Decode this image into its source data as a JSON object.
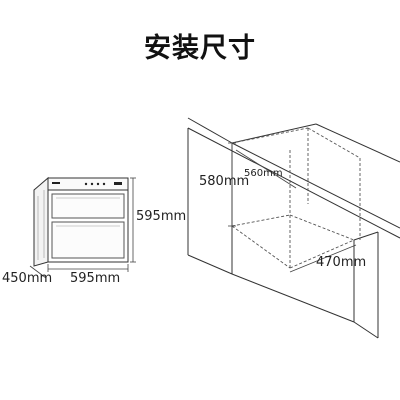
{
  "title": "安装尺寸",
  "appliance": {
    "height_label": "595mm",
    "width_label": "595mm",
    "depth_label": "450mm"
  },
  "cabinet": {
    "opening_height_label": "580mm",
    "opening_width_label": "560mm",
    "opening_depth_label": "470mm"
  }
}
